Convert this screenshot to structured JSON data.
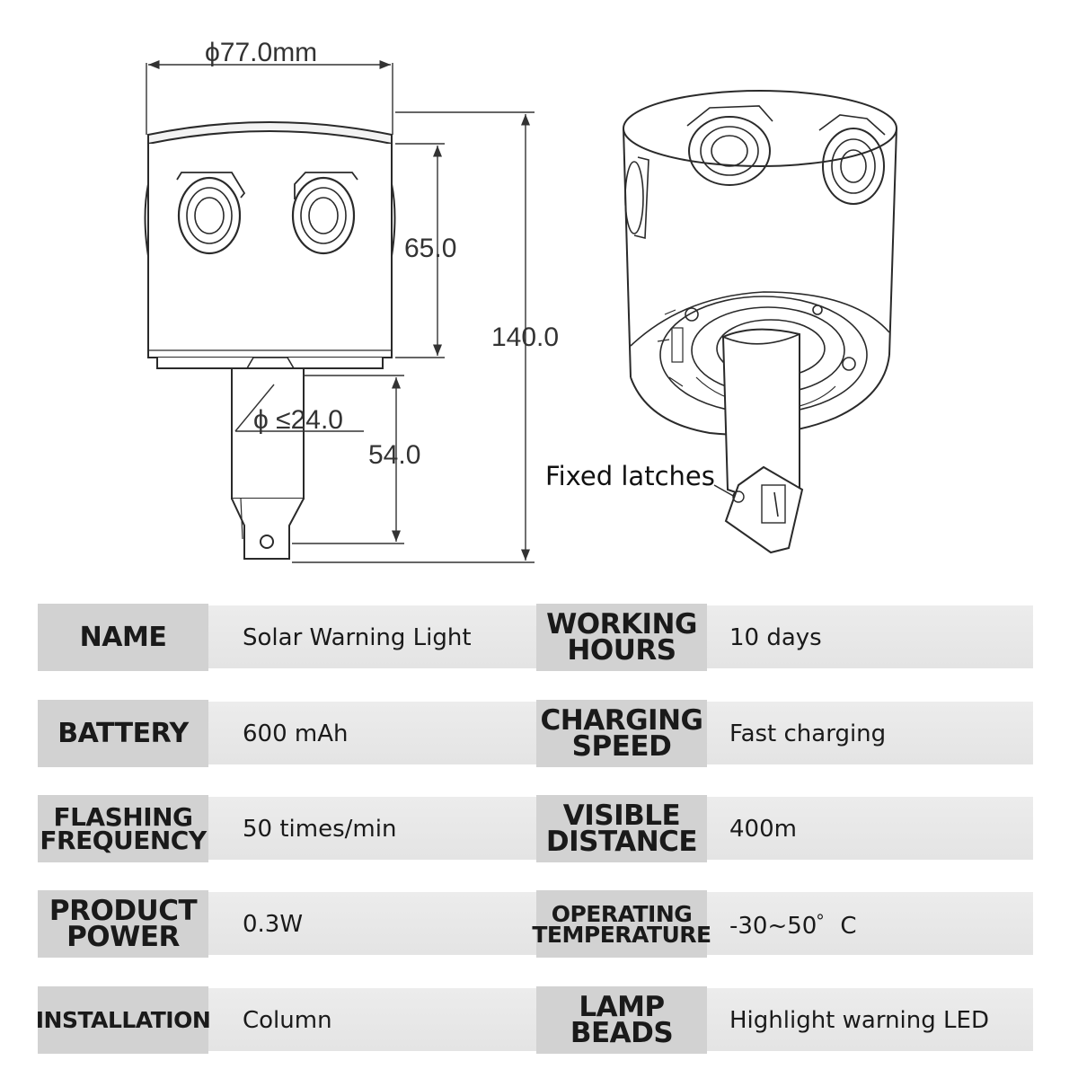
{
  "dimensions": {
    "diameter_top": "ϕ77.0mm",
    "lamp_height": "65.0",
    "total_height": "140.0",
    "column_diameter": "ϕ ≤24.0",
    "column_length": "54.0"
  },
  "callout": "Fixed latches",
  "specs": [
    {
      "label_left": [
        "NAME"
      ],
      "value_left": "Solar Warning Light",
      "label_right": [
        "WORKING",
        "HOURS"
      ],
      "value_right": "10 days"
    },
    {
      "label_left": [
        "BATTERY"
      ],
      "value_left": "600 mAh",
      "label_right": [
        "CHARGING",
        "SPEED"
      ],
      "value_right": "Fast charging"
    },
    {
      "label_left": [
        "FLASHING",
        "FREQUENCY"
      ],
      "value_left": "50 times/min",
      "label_right": [
        "VISIBLE",
        "DISTANCE"
      ],
      "value_right": "400m"
    },
    {
      "label_left": [
        "PRODUCT",
        "POWER"
      ],
      "value_left": "0.3W",
      "label_right": [
        "OPERATING",
        "TEMPERATURE"
      ],
      "value_right": "-30~50゜C"
    },
    {
      "label_left": [
        "INSTALLATION"
      ],
      "value_left": "Column",
      "label_right": [
        "LAMP",
        "BEADS"
      ],
      "value_right": "Highlight warning LED"
    }
  ]
}
